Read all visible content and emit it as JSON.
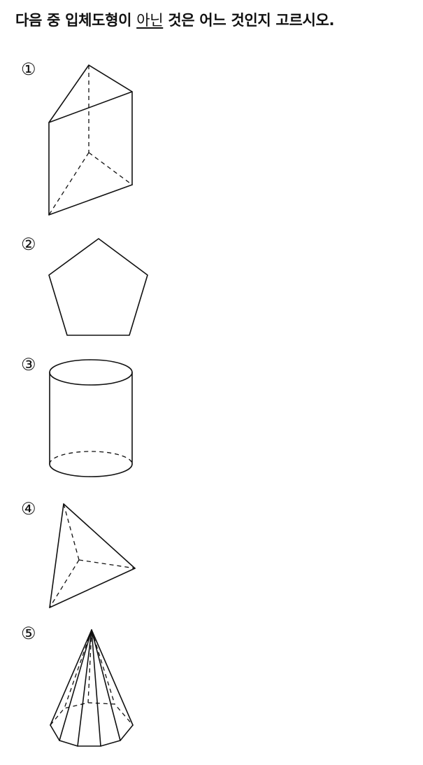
{
  "question": {
    "text_before": "다음 중 입체도형이 ",
    "underlined": "아닌",
    "text_after": " 것은 어느 것인지 고르시오."
  },
  "choices": [
    {
      "number": "①",
      "icon": "triangular-prism"
    },
    {
      "number": "②",
      "icon": "pentagon"
    },
    {
      "number": "③",
      "icon": "cylinder"
    },
    {
      "number": "④",
      "icon": "triangular-pyramid"
    },
    {
      "number": "⑤",
      "icon": "cone-pyramid"
    }
  ]
}
